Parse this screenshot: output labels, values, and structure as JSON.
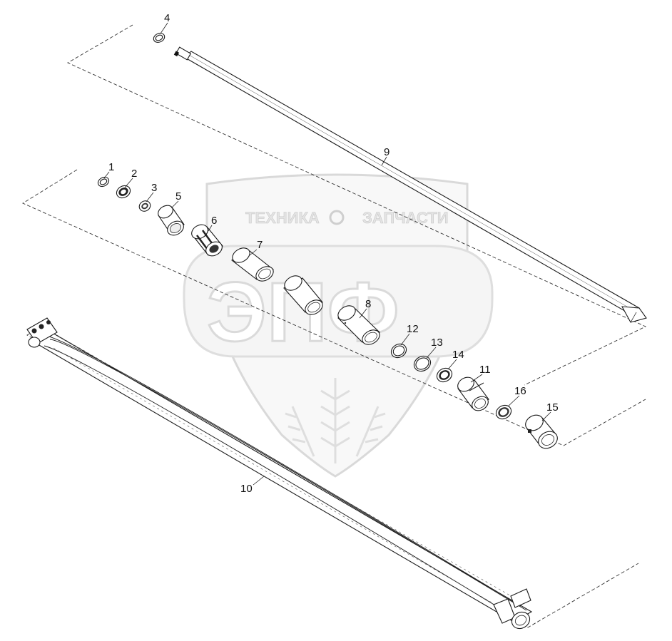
{
  "watermark": {
    "brand_top_left": "ТЕХНИКА",
    "brand_top_right": "ЗАПЧАСТИ",
    "brand_big": "ЭПФ"
  },
  "callouts": [
    {
      "id": "c1",
      "label": "1"
    },
    {
      "id": "c2",
      "label": "2"
    },
    {
      "id": "c3",
      "label": "3"
    },
    {
      "id": "c4",
      "label": "4"
    },
    {
      "id": "c5",
      "label": "5"
    },
    {
      "id": "c6",
      "label": "6"
    },
    {
      "id": "c7",
      "label": "7"
    },
    {
      "id": "c8",
      "label": "8"
    },
    {
      "id": "c9",
      "label": "9"
    },
    {
      "id": "c10",
      "label": "10"
    },
    {
      "id": "c11",
      "label": "11"
    },
    {
      "id": "c12",
      "label": "12"
    },
    {
      "id": "c13",
      "label": "13"
    },
    {
      "id": "c14",
      "label": "14"
    },
    {
      "id": "c15",
      "label": "15"
    },
    {
      "id": "c16",
      "label": "16"
    }
  ]
}
